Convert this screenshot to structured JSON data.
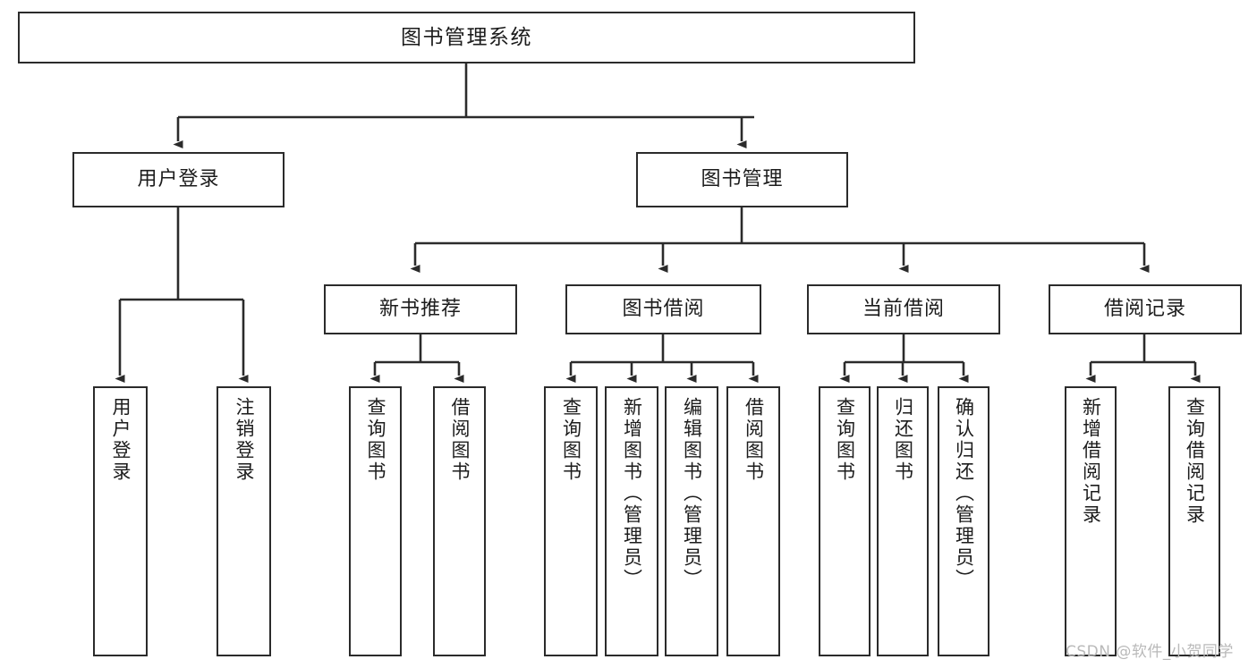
{
  "diagram": {
    "title": "图书管理系统",
    "type": "hierarchy-tree",
    "levels": 4,
    "nodes": {
      "root": {
        "label": "图书管理系统"
      },
      "level1": [
        {
          "id": "user-login",
          "label": "用户登录"
        },
        {
          "id": "book-manage",
          "label": "图书管理"
        }
      ],
      "level2": [
        {
          "id": "new-book-recommend",
          "label": "新书推荐",
          "parent": "book-manage"
        },
        {
          "id": "book-borrow",
          "label": "图书借阅",
          "parent": "book-manage"
        },
        {
          "id": "current-borrow",
          "label": "当前借阅",
          "parent": "book-manage"
        },
        {
          "id": "borrow-record",
          "label": "借阅记录",
          "parent": "book-manage"
        }
      ],
      "leaves": [
        {
          "id": "leaf-user-login",
          "label": "用户登录",
          "parent": "user-login"
        },
        {
          "id": "leaf-logout",
          "label": "注销登录",
          "parent": "user-login"
        },
        {
          "id": "leaf-query-book-1",
          "label": "查询图书",
          "parent": "new-book-recommend"
        },
        {
          "id": "leaf-borrow-book-1",
          "label": "借阅图书",
          "parent": "new-book-recommend"
        },
        {
          "id": "leaf-query-book-2",
          "label": "查询图书",
          "parent": "book-borrow"
        },
        {
          "id": "leaf-add-book",
          "label": "新增图书（管理员）",
          "parent": "book-borrow"
        },
        {
          "id": "leaf-edit-book",
          "label": "编辑图书（管理员）",
          "parent": "book-borrow"
        },
        {
          "id": "leaf-borrow-book-2",
          "label": "借阅图书",
          "parent": "book-borrow"
        },
        {
          "id": "leaf-query-book-3",
          "label": "查询图书",
          "parent": "current-borrow"
        },
        {
          "id": "leaf-return-book",
          "label": "归还图书",
          "parent": "current-borrow"
        },
        {
          "id": "leaf-confirm-return",
          "label": "确认归还（管理员）",
          "parent": "current-borrow"
        },
        {
          "id": "leaf-add-record",
          "label": "新增借阅记录",
          "parent": "borrow-record"
        },
        {
          "id": "leaf-query-record",
          "label": "查询借阅记录",
          "parent": "borrow-record"
        }
      ]
    },
    "colors": {
      "stroke": "#2b2b2b",
      "fill": "#ffffff",
      "text": "#1c1c1c",
      "watermark": "#b9b9b9"
    }
  },
  "watermark": {
    "text": "CSDN @软件_小贺同学"
  }
}
